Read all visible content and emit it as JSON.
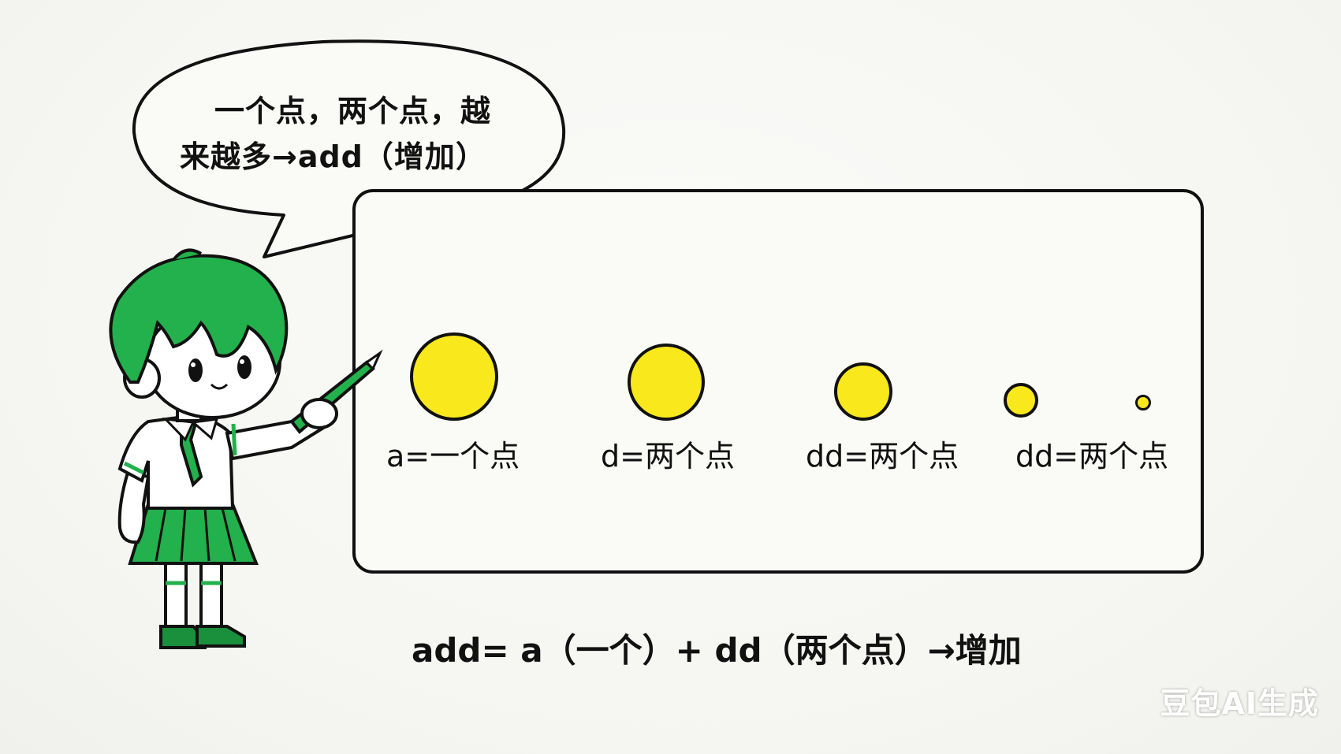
{
  "bubble": {
    "line1": "一个点，两个点，越",
    "line2": "来越多→add（增加）"
  },
  "dots": [
    {
      "label": "a=一个点"
    },
    {
      "label": "d=两个点"
    },
    {
      "label": "dd=两个点"
    },
    {
      "label": "dd=两个点"
    }
  ],
  "formula": "add= a（一个）+ dd（两个点）→增加",
  "watermark": "豆包AI生成",
  "colors": {
    "dot_fill": "#f8e81c",
    "girl_green": "#22b14c",
    "outline": "#111111"
  }
}
